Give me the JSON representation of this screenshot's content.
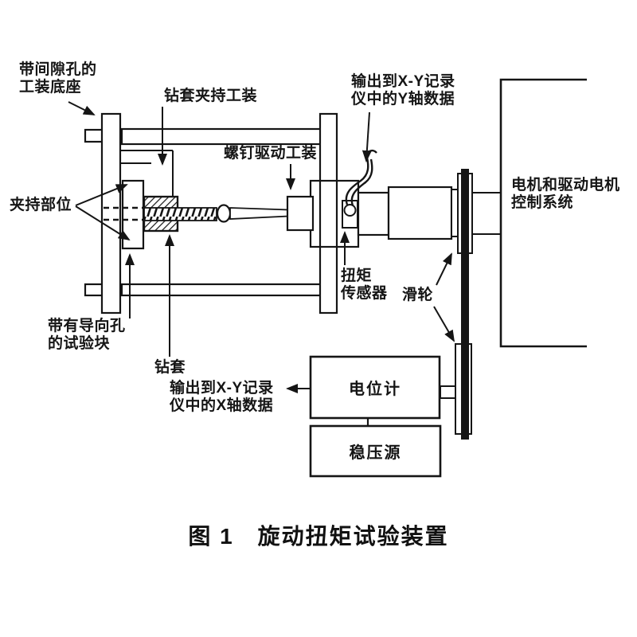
{
  "colors": {
    "ink": "#151515",
    "paper": "#ffffff"
  },
  "caption": "图 1　旋动扭矩试验装置",
  "labels": {
    "fixture_base": "带间隙孔的\n工装底座",
    "sleeve_clamp_fixture": "钻套夹持工装",
    "screw_drive_fixture": "螺钉驱动工装",
    "y_axis_output": "输出到X-Y记录\n仪中的Y轴数据",
    "motor_control": "电机和驱动电机\n控制系统",
    "clamp_parts": "夹持部位",
    "torque_sensor": "扭矩\n传感器",
    "pulley": "滑轮",
    "test_block": "带有导向孔\n的试验块",
    "drill_sleeve": "钻套",
    "x_axis_output": "输出到X-Y记录\n仪中的X轴数据",
    "potentiometer": "电位计",
    "voltage_regulator": "稳压源"
  }
}
